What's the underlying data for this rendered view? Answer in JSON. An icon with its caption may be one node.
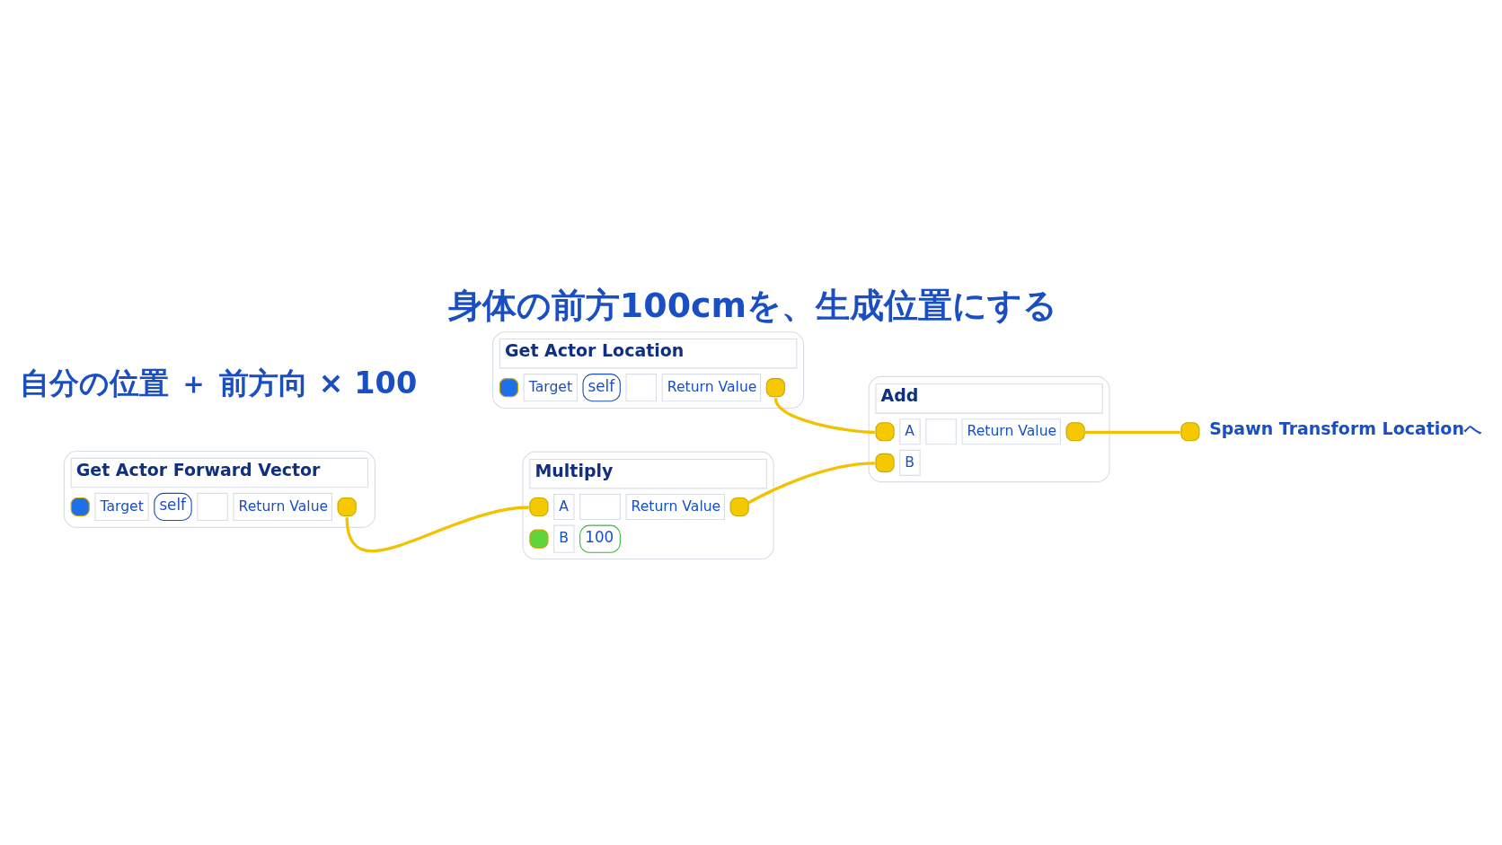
{
  "diagram": {
    "title": "身体の前方100cmを、生成位置にする",
    "caption": "自分の位置 ＋ 前方向 × 100",
    "nodes": [
      {
        "text": [
          "Get Actor Location",
          "Target",
          "self",
          "Return Value"
        ]
      },
      {
        "text": [
          "Add",
          "A",
          "Return Value",
          "B"
        ]
      },
      {
        "text": [
          "Spawn Transform Locationへ"
        ]
      },
      {
        "text": [
          "Get Actor Forward Vector",
          "Target",
          "self",
          "Return Value"
        ]
      },
      {
        "text": [
          "Multiply",
          "A",
          "Return Value",
          "B",
          "100"
        ]
      }
    ],
    "edges": [
      {
        "from": 0,
        "to": 1,
        "arrow": "none"
      },
      {
        "from": 3,
        "to": 4,
        "arrow": "none"
      },
      {
        "from": 4,
        "to": 1,
        "arrow": "none"
      },
      {
        "from": 1,
        "to": 2,
        "arrow": "none"
      }
    ]
  }
}
